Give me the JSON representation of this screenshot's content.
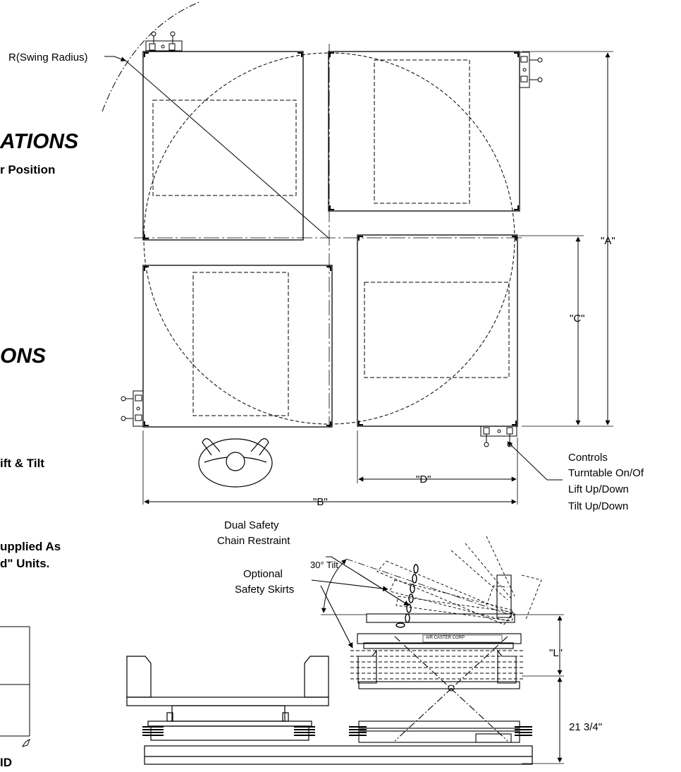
{
  "labels": {
    "swing_radius": "R(Swing Radius)",
    "dim_a": "\"A\"",
    "dim_b": "\"B\"",
    "dim_c": "\"C\"",
    "dim_d": "\"D\"",
    "dim_l": "\"L\"",
    "dim_height": "21 3/4\"",
    "controls_title": "Controls",
    "controls_1": "Turntable On/Of",
    "controls_2": "Lift Up/Down",
    "controls_3": "Tilt Up/Down",
    "chain_1": "Dual Safety",
    "chain_2": "Chain Restraint",
    "tilt": "30° Tilt",
    "skirts_1": "Optional",
    "skirts_2": "Safety Skirts",
    "brand_plate": "AIR CASTER CORP"
  },
  "partial_text": {
    "heading_1": "ATIONS",
    "sub_1": "r Position",
    "heading_2": "ONS",
    "lift_tilt": "ift & Tilt",
    "supplied_1": "upplied As",
    "supplied_2": "d\" Units.",
    "bottom_cut": "ID"
  }
}
